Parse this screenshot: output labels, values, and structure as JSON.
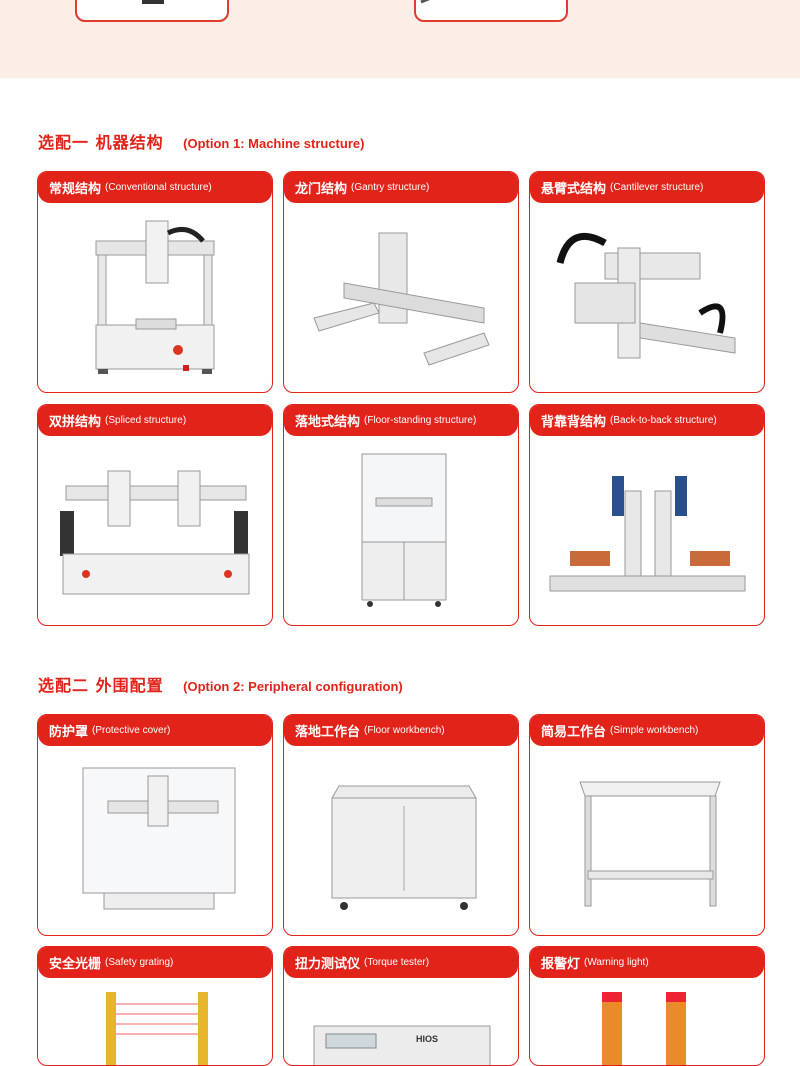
{
  "section1": {
    "title_cn": "选配一 机器结构",
    "title_en": "(Option 1: Machine structure)",
    "cards": [
      {
        "cn": "常规结构",
        "en": "(Conventional structure)"
      },
      {
        "cn": "龙门结构",
        "en": "(Gantry structure)"
      },
      {
        "cn": "悬臂式结构",
        "en": "(Cantilever structure)"
      },
      {
        "cn": "双拼结构",
        "en": "(Spliced structure)"
      },
      {
        "cn": "落地式结构",
        "en": "(Floor-standing structure)"
      },
      {
        "cn": "背靠背结构",
        "en": "(Back-to-back structure)"
      }
    ]
  },
  "section2": {
    "title_cn": "选配二 外围配置",
    "title_en": "(Option 2: Peripheral configuration)",
    "cards": [
      {
        "cn": "防护罩",
        "en": "(Protective cover)"
      },
      {
        "cn": "落地工作台",
        "en": "(Floor workbench)"
      },
      {
        "cn": "简易工作台",
        "en": "(Simple workbench)"
      },
      {
        "cn": "安全光栅",
        "en": "(Safety grating)"
      },
      {
        "cn": "扭力测试仪",
        "en": "(Torque tester)"
      },
      {
        "cn": "报警灯",
        "en": "(Warning light)"
      }
    ]
  },
  "torque_tester_brand": "HIOS",
  "colors": {
    "accent": "#e2231a",
    "band": "#fbeee6"
  }
}
